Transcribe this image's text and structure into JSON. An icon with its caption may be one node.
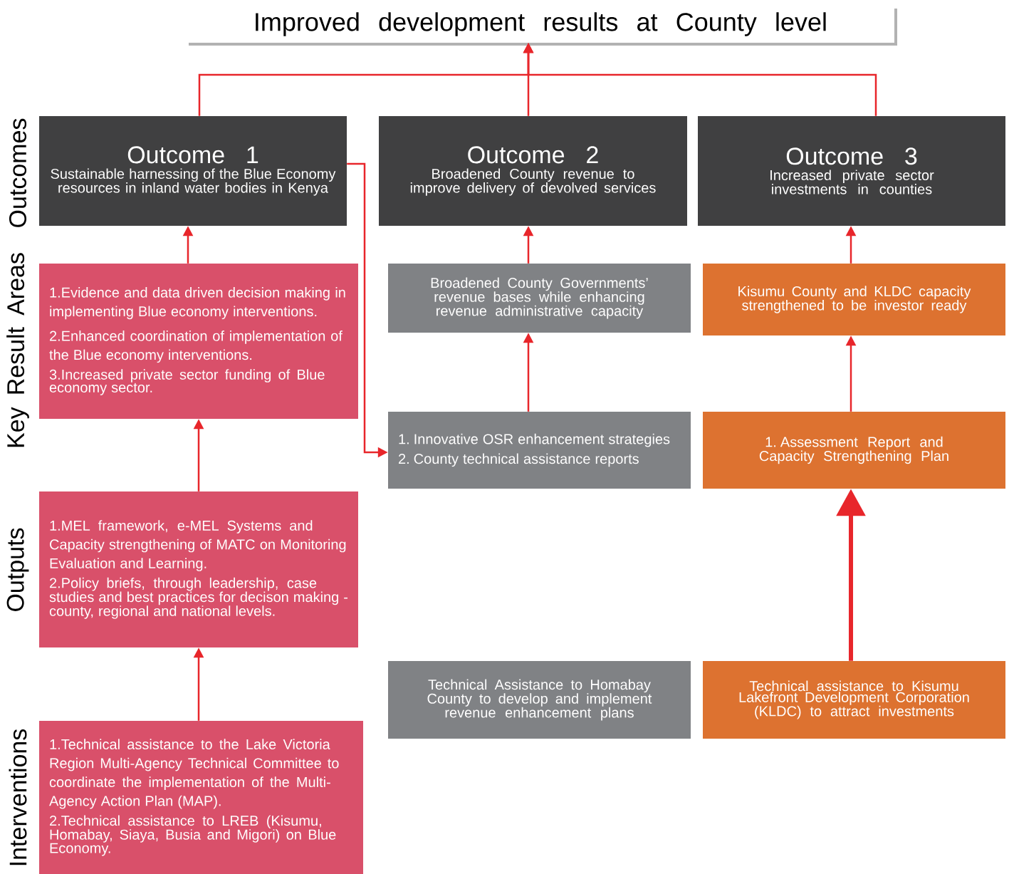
{
  "diagram": {
    "nodes": [
      {
        "text": [
          "Improved development results at County level"
        ]
      },
      {
        "text": [
          "Outcome 1",
          "Sustainable harnessing of the Blue Economy resources in inland water bodies in Kenya"
        ]
      },
      {
        "text": [
          "Outcome 2",
          "Broadened County revenue to improve delivery of devolved services"
        ]
      },
      {
        "text": [
          "Outcome 3",
          "Increased private sector investments in counties"
        ]
      },
      {
        "text": [
          "1.Evidence and data driven decision making in implementing Blue economy interventions.",
          "2.Enhanced coordination of implementation of the Blue economy interventions.",
          "3.Increased private sector funding of Blue economy sector."
        ]
      },
      {
        "text": [
          "Broadened County Governments’ revenue bases while enhancing revenue administrative capacity"
        ]
      },
      {
        "text": [
          "Kisumu County and KLDC capacity strengthened to be investor ready"
        ]
      },
      {
        "text": [
          "1.MEL framework, e-MEL Systems and Capacity strengthening of MATC on Monitoring Evaluation and Learning.",
          "2.Policy briefs, through leadership, case studies and best practices for decison making - county, regional and national levels."
        ]
      },
      {
        "text": [
          "1. Innovative OSR enhancement strategies",
          "2. County technical assistance reports"
        ]
      },
      {
        "text": [
          "1. Assessment Report and Capacity Strengthening Plan"
        ]
      },
      {
        "text": [
          "1.Technical assistance to the Lake Victoria Region Multi-Agency Technical Committee to coordinate the implementation of the Multi-Agency Action Plan (MAP).",
          "2.Technical assistance to LREB (Kisumu, Homabay, Siaya, Busia and Migori) on Blue Economy."
        ]
      },
      {
        "text": [
          "Technical Assistance to Homabay County to develop and implement revenue enhancement plans"
        ]
      },
      {
        "text": [
          "Technical assistance to Kisumu Lakefront Development Corporation (KLDC) to attract investments"
        ]
      }
    ],
    "edges": [
      {
        "from": 1,
        "to": 0,
        "arrow": "to"
      },
      {
        "from": 2,
        "to": 0,
        "arrow": "to"
      },
      {
        "from": 3,
        "to": 0,
        "arrow": "to"
      },
      {
        "from": 4,
        "to": 1,
        "arrow": "to"
      },
      {
        "from": 5,
        "to": 2,
        "arrow": "to"
      },
      {
        "from": 6,
        "to": 3,
        "arrow": "to"
      },
      {
        "from": 7,
        "to": 4,
        "arrow": "to"
      },
      {
        "from": 1,
        "to": 8,
        "arrow": "to"
      },
      {
        "from": 8,
        "to": 5,
        "arrow": "to"
      },
      {
        "from": 9,
        "to": 6,
        "arrow": "to"
      },
      {
        "from": 10,
        "to": 7,
        "arrow": "to"
      },
      {
        "from": 12,
        "to": 9,
        "arrow": "to",
        "style": "thick"
      }
    ],
    "labels": [
      "Outcomes",
      "Key Result Areas",
      "Outputs",
      "Interventions"
    ]
  }
}
